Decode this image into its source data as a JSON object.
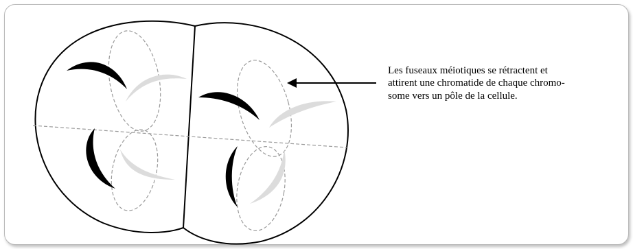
{
  "caption": {
    "lines": [
      "Les fuseaux méiotiques se rétractent et",
      "attirent une chromatide de chaque chromo-",
      "some vers un pôle de la cellule."
    ]
  },
  "colors": {
    "chromatid_dark": "#000000",
    "chromatid_light": "#dcdcdc",
    "spindle": "#9a9a9a",
    "membrane": "#000000",
    "frame_border": "#b9b9b9"
  }
}
